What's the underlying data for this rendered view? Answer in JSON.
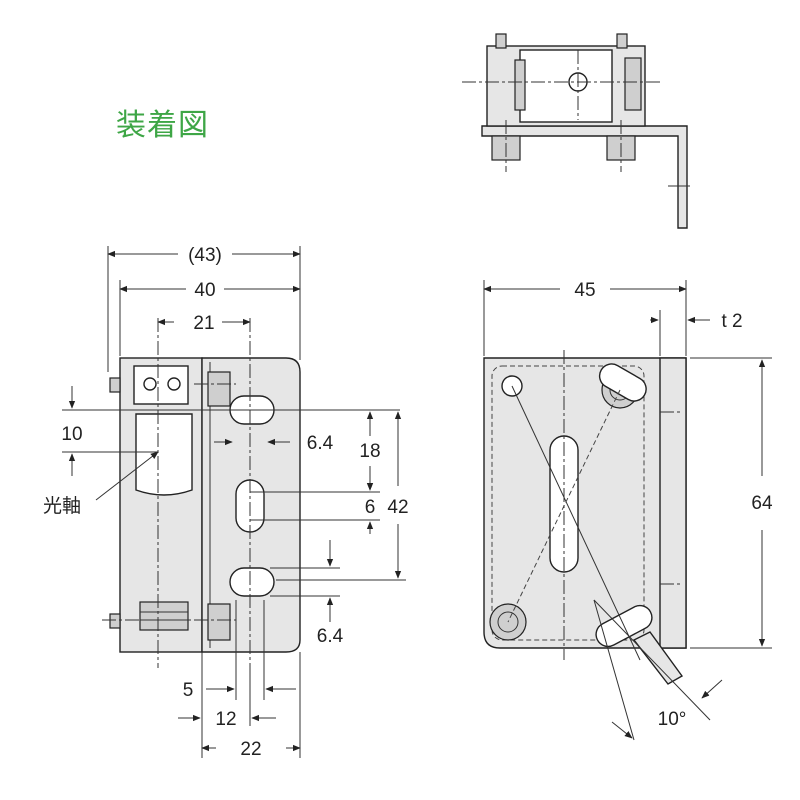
{
  "title": "装着図",
  "front_view": {
    "dims": {
      "overall_width": "(43)",
      "body_width": "40",
      "axis_offset": "21",
      "axis_height": "10",
      "axis_label": "光軸",
      "slot_width_top": "6.4",
      "slot_pitch": "18",
      "slot_center": "6",
      "total_height": "42",
      "slot_width_bottom": "6.4",
      "left_offset": "5",
      "slot_spacing": "12",
      "bracket_width": "22"
    }
  },
  "side_view": {
    "dims": {
      "width": "45",
      "thickness": "t 2",
      "height": "64",
      "angle": "10°"
    }
  },
  "colors": {
    "title": "#3ea646",
    "line": "#222222",
    "fill": "#e6e6e6"
  }
}
